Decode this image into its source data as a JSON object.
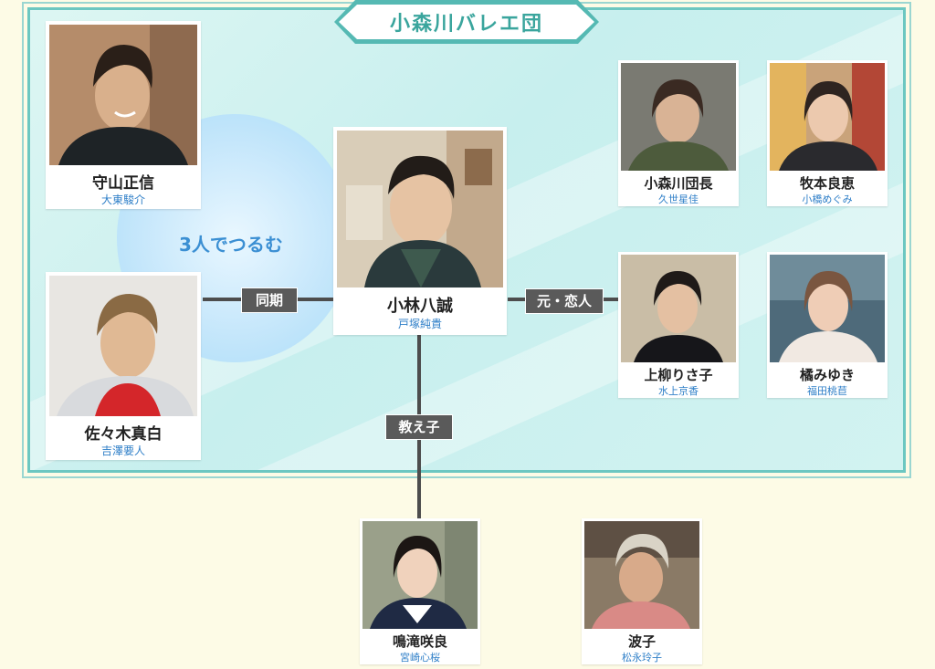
{
  "group": {
    "title": "小森川バレエ団"
  },
  "bubble_label": "3人でつるむ",
  "relations": {
    "douki": "同期",
    "moto_koibito": "元・恋人",
    "oshiego": "教え子"
  },
  "center": {
    "name": "小林八誠",
    "actor": "戸塚純貴"
  },
  "left": [
    {
      "name": "守山正信",
      "actor": "大東駿介"
    },
    {
      "name": "佐々木真白",
      "actor": "吉澤要人"
    }
  ],
  "right": [
    {
      "name": "小森川団長",
      "actor": "久世星佳"
    },
    {
      "name": "牧本良恵",
      "actor": "小橋めぐみ"
    },
    {
      "name": "上柳りさ子",
      "actor": "水上京香"
    },
    {
      "name": "橘みゆき",
      "actor": "福田桃苣"
    }
  ],
  "bottom": [
    {
      "name": "鳴滝咲良",
      "actor": "宮崎心桜"
    },
    {
      "name": "波子",
      "actor": "松永玲子"
    }
  ],
  "colors": {
    "accent": "#3aa59d",
    "frame": "#6cc7c1",
    "actor_text": "#2f7fc8",
    "tag_bg": "#5a5a5a",
    "page_bg": "#fdfbe6"
  }
}
